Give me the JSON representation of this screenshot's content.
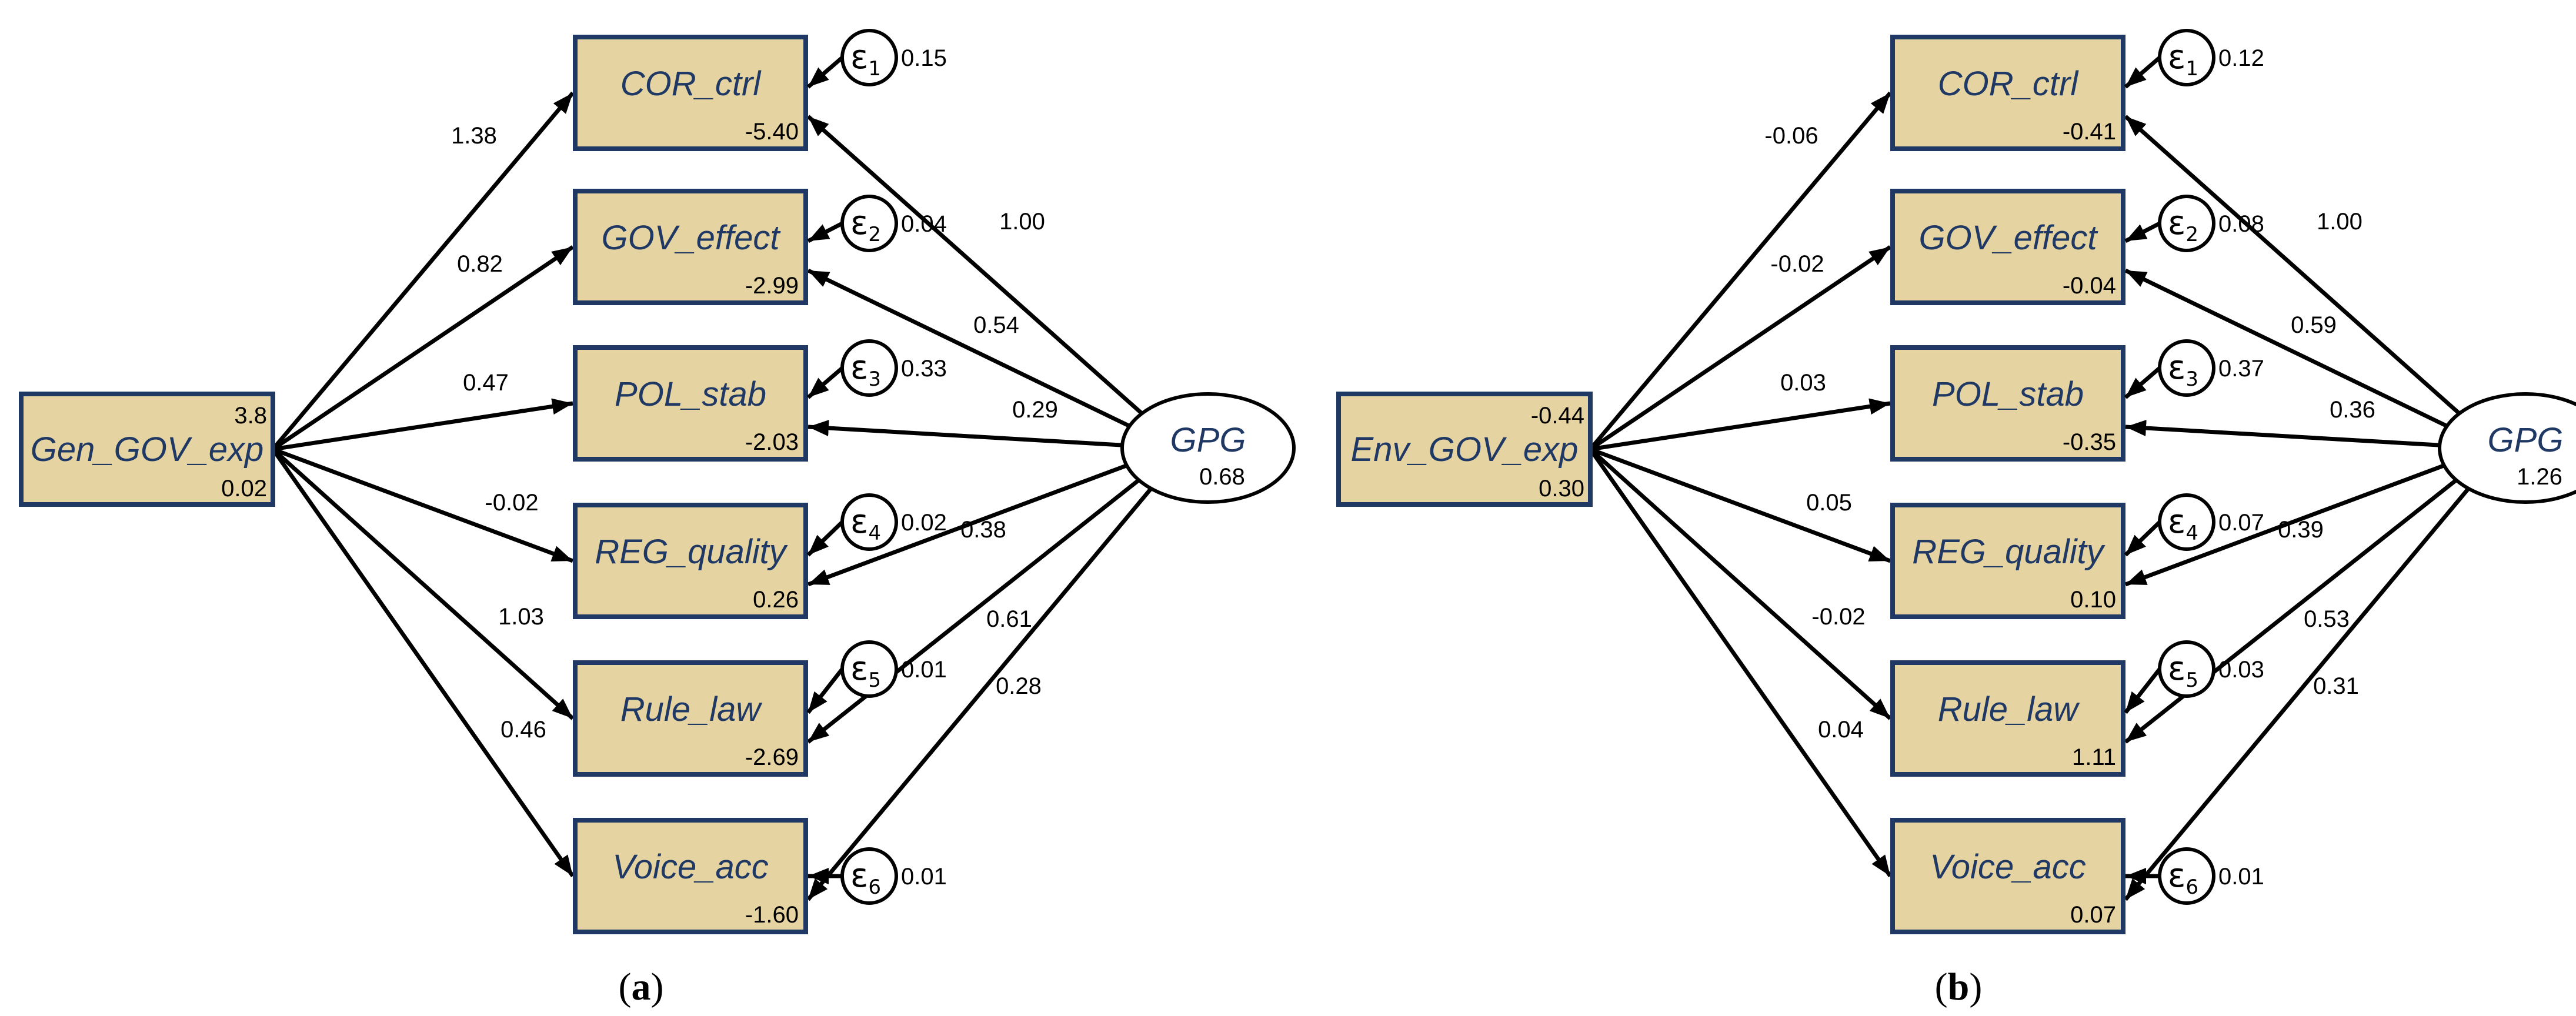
{
  "panels": [
    {
      "label": "a",
      "exogenous": {
        "name": "Gen_GOV_exp",
        "top": "3.8",
        "bottom": "0.02"
      },
      "latent": {
        "name": "GPG",
        "variance": "0.68"
      },
      "indicators": [
        {
          "name": "COR_ctrl",
          "intercept": "-5.40",
          "coef": "1.38",
          "loading": "1.00",
          "error": "ε",
          "error_sub": "1",
          "error_var": "0.15"
        },
        {
          "name": "GOV_effect",
          "intercept": "-2.99",
          "coef": "0.82",
          "loading": "0.54",
          "error": "ε",
          "error_sub": "2",
          "error_var": "0.04"
        },
        {
          "name": "POL_stab",
          "intercept": "-2.03",
          "coef": "0.47",
          "loading": "0.29",
          "error": "ε",
          "error_sub": "3",
          "error_var": "0.33"
        },
        {
          "name": "REG_quality",
          "intercept": "0.26",
          "coef": "-0.02",
          "loading": "0.38",
          "error": "ε",
          "error_sub": "4",
          "error_var": "0.02"
        },
        {
          "name": "Rule_law",
          "intercept": "-2.69",
          "coef": "1.03",
          "loading": "0.61",
          "error": "ε",
          "error_sub": "5",
          "error_var": "0.01"
        },
        {
          "name": "Voice_acc",
          "intercept": "-1.60",
          "coef": "0.46",
          "loading": "0.28",
          "error": "ε",
          "error_sub": "6",
          "error_var": "0.01"
        }
      ]
    },
    {
      "label": "b",
      "exogenous": {
        "name": "Env_GOV_exp",
        "top": "-0.44",
        "bottom": "0.30"
      },
      "latent": {
        "name": "GPG",
        "variance": "1.26"
      },
      "indicators": [
        {
          "name": "COR_ctrl",
          "intercept": "-0.41",
          "coef": "-0.06",
          "loading": "1.00",
          "error": "ε",
          "error_sub": "1",
          "error_var": "0.12"
        },
        {
          "name": "GOV_effect",
          "intercept": "-0.04",
          "coef": "-0.02",
          "loading": "0.59",
          "error": "ε",
          "error_sub": "2",
          "error_var": "0.08"
        },
        {
          "name": "POL_stab",
          "intercept": "-0.35",
          "coef": "0.03",
          "loading": "0.36",
          "error": "ε",
          "error_sub": "3",
          "error_var": "0.37"
        },
        {
          "name": "REG_quality",
          "intercept": "0.10",
          "coef": "0.05",
          "loading": "0.39",
          "error": "ε",
          "error_sub": "4",
          "error_var": "0.07"
        },
        {
          "name": "Rule_law",
          "intercept": "1.11",
          "coef": "-0.02",
          "loading": "0.53",
          "error": "ε",
          "error_sub": "5",
          "error_var": "0.03"
        },
        {
          "name": "Voice_acc",
          "intercept": "0.07",
          "coef": "0.04",
          "loading": "0.31",
          "error": "ε",
          "error_sub": "6",
          "error_var": "0.01"
        }
      ]
    }
  ],
  "colors": {
    "box_fill": "#e5d4a2",
    "box_border": "#1f3864",
    "label_text": "#1f3864"
  }
}
